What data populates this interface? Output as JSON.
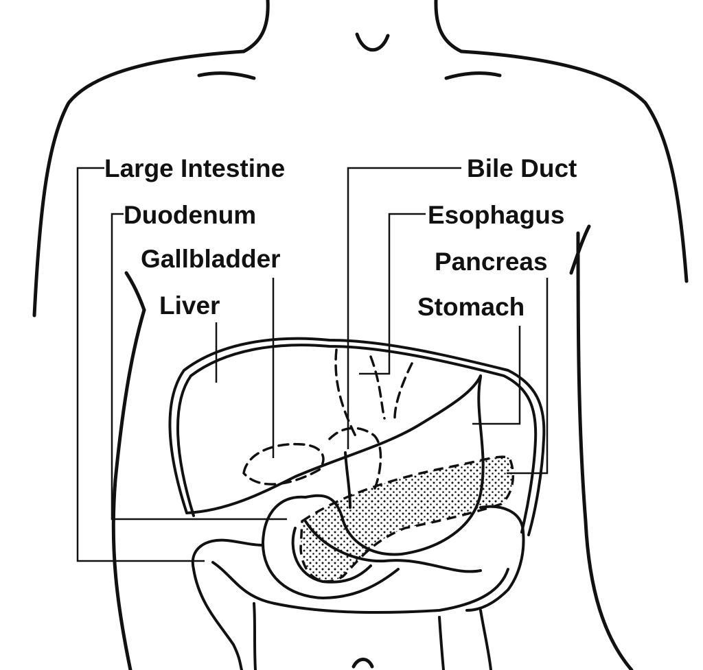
{
  "labels": {
    "large_intestine": "Large Intestine",
    "duodenum": "Duodenum",
    "gallbladder": "Gallbladder",
    "liver": "Liver",
    "bile_duct": "Bile Duct",
    "esophagus": "Esophagus",
    "pancreas": "Pancreas",
    "stomach": "Stomach"
  },
  "colors": {
    "ink": "#111111",
    "background": "#ffffff"
  }
}
